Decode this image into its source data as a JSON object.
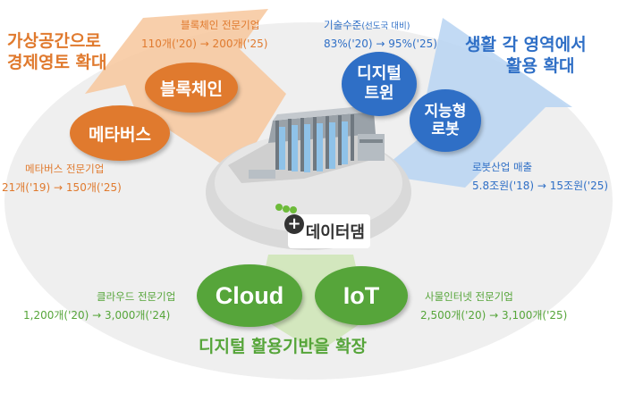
{
  "colors": {
    "orange": "#e07a2e",
    "orange_light": "#f6c9a0",
    "blue": "#2f6fc6",
    "blue_light": "#b9d3f0",
    "green": "#56a53a",
    "green_light": "#cfe6b8",
    "ellipse_bg": "#eeeeee"
  },
  "left_heading": [
    "가상공간으로",
    "경제영토 확대"
  ],
  "right_heading": [
    "생활 각 영역에서",
    "활용 확대"
  ],
  "bottom_heading": "디지털 활용기반을 확장",
  "center_label": "데이터댐",
  "ovals": {
    "blockchain": "블록체인",
    "metaverse": "메타버스",
    "digital_twin": [
      "디지털",
      "트윈"
    ],
    "robot": [
      "지능형",
      "로봇"
    ],
    "cloud": "Cloud",
    "iot": "IoT"
  },
  "stats": {
    "blockchain": {
      "title": "블록체인 전문기업",
      "value": "110개('20) → 200개('25)"
    },
    "metaverse": {
      "title": "메타버스 전문기업",
      "value": "21개('19) → 150개('25)"
    },
    "tech_level": {
      "title": "기술수준",
      "title_note": "(선도국 대비)",
      "value": "83%('20) → 95%('25)"
    },
    "robot": {
      "title": "로봇산업 매출",
      "value": "5.8조원('18) → 15조원('25)"
    },
    "cloud": {
      "title": "클라우드 전문기업",
      "value": "1,200개('20) → 3,000개('24)"
    },
    "iot": {
      "title": "사물인터넷 전문기업",
      "value": "2,500개('20) → 3,100개('25)"
    }
  }
}
